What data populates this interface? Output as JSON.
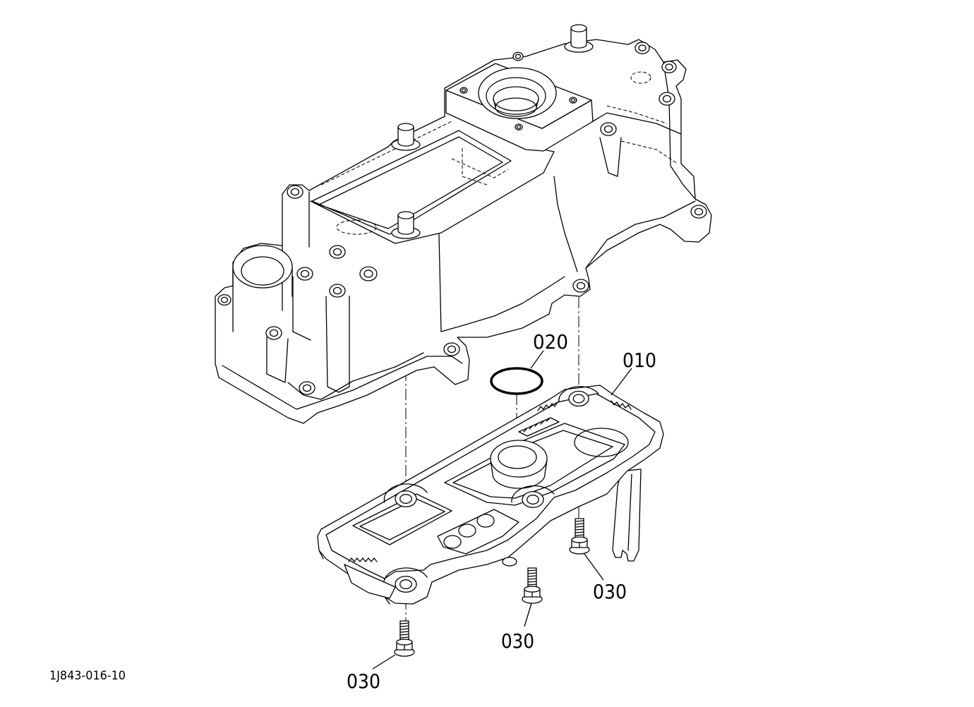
{
  "callouts": [
    {
      "label": "020"
    },
    {
      "label": "010"
    },
    {
      "label": "030"
    },
    {
      "label": "030"
    },
    {
      "label": "030"
    }
  ],
  "drawing_number": "1J843-016-10"
}
